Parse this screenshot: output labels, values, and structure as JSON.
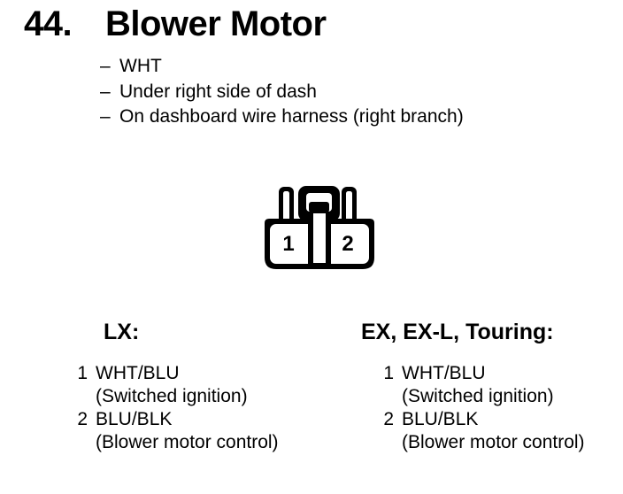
{
  "colors": {
    "ink": "#000000",
    "paper": "#ffffff"
  },
  "header": {
    "section_number": "44.",
    "title": "Blower Motor",
    "bullet": "–",
    "notes": [
      "WHT",
      "Under right side of dash",
      "On dashboard wire harness (right branch)"
    ]
  },
  "connector": {
    "pins": [
      "1",
      "2"
    ]
  },
  "columns": [
    {
      "heading": "LX:",
      "pins": [
        {
          "number": "1",
          "wire": "WHT/BLU",
          "function": "(Switched ignition)"
        },
        {
          "number": "2",
          "wire": "BLU/BLK",
          "function": "(Blower motor control)"
        }
      ]
    },
    {
      "heading": "EX, EX-L, Touring:",
      "pins": [
        {
          "number": "1",
          "wire": "WHT/BLU",
          "function": "(Switched ignition)"
        },
        {
          "number": "2",
          "wire": "BLU/BLK",
          "function": "(Blower motor control)"
        }
      ]
    }
  ]
}
